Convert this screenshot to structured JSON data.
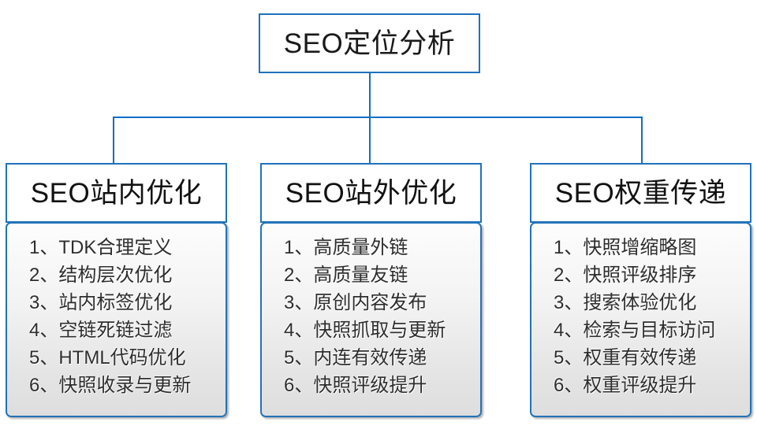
{
  "diagram": {
    "type": "org-chart",
    "accent_color": "#1f72bd",
    "connector_color": "#0f6fc6",
    "root": {
      "title": "SEO定位分析"
    },
    "branches": [
      {
        "title": "SEO站内优化",
        "items": [
          "1、TDK合理定义",
          "2、结构层次优化",
          "3、站内标签优化",
          "4、空链死链过滤",
          "5、HTML代码优化",
          "6、快照收录与更新"
        ]
      },
      {
        "title": "SEO站外优化",
        "items": [
          "1、高质量外链",
          "2、高质量友链",
          "3、原创内容发布",
          "4、快照抓取与更新",
          "5、内连有效传递",
          "6、快照评级提升"
        ]
      },
      {
        "title": "SEO权重传递",
        "items": [
          "1、快照增缩略图",
          "2、快照评级排序",
          "3、搜索体验优化",
          "4、检索与目标访问",
          "5、权重有效传递",
          "6、权重评级提升"
        ]
      }
    ]
  }
}
